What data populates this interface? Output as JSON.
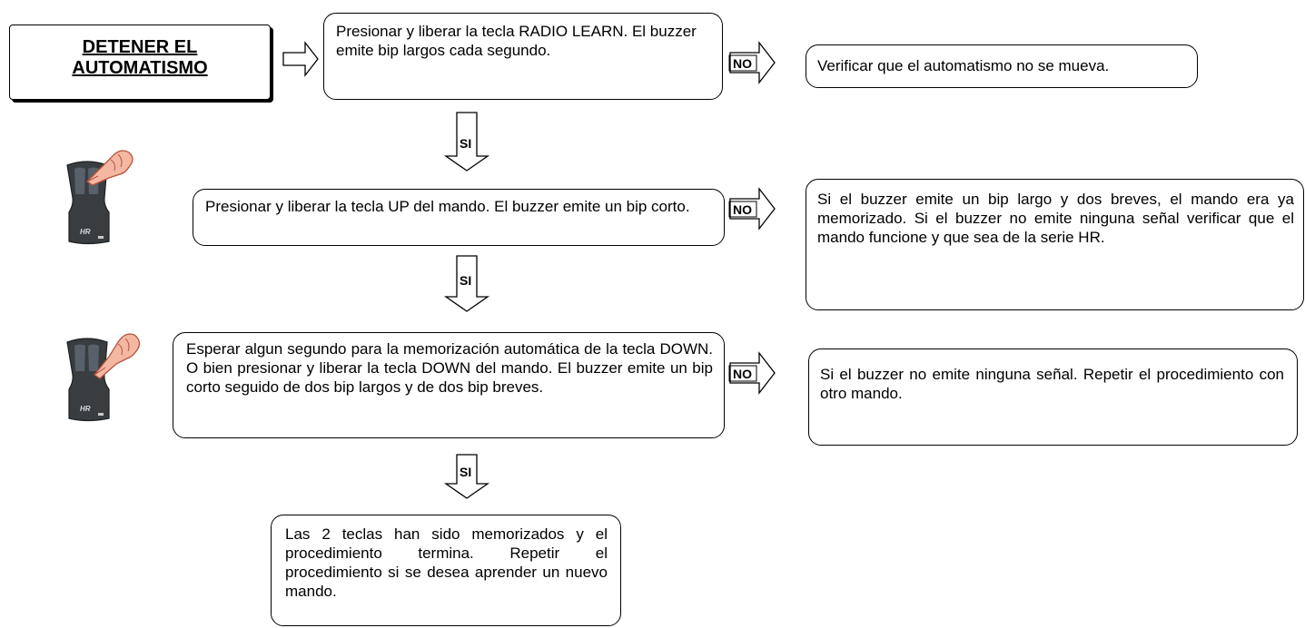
{
  "title": {
    "line1": "DETENER EL",
    "line2": "AUTOMATISMO"
  },
  "labels": {
    "no": "NO",
    "si": "SI"
  },
  "steps": [
    {
      "text": "Presionar y liberar la tecla RADIO LEARN. El buzzer emite bip largos cada segundo.",
      "no_text": "Verificar que el automatismo no se mueva."
    },
    {
      "text": "Presionar y liberar la tecla UP del mando. El buzzer emite un bip corto.",
      "no_text": "Si el buzzer emite un bip largo y dos breves, el mando era ya memorizado. Si el buzzer no emite ninguna señal verificar que el mando funcione y que sea de la serie HR."
    },
    {
      "text": "Esperar algun segundo para la memorización automática de la tecla DOWN. O bien presionar y liberar la tecla DOWN del mando. El buzzer emite un bip corto seguido de dos bip largos y de dos bip breves.",
      "no_text": "Si el buzzer no emite ninguna señal. Repetir el procedimiento con otro mando."
    }
  ],
  "final": {
    "text": "Las 2 teclas han sido memorizados y el procedimiento termina. Repetir el procedimiento si se desea aprender un nuevo mando."
  },
  "remote": {
    "badge": "HR"
  }
}
